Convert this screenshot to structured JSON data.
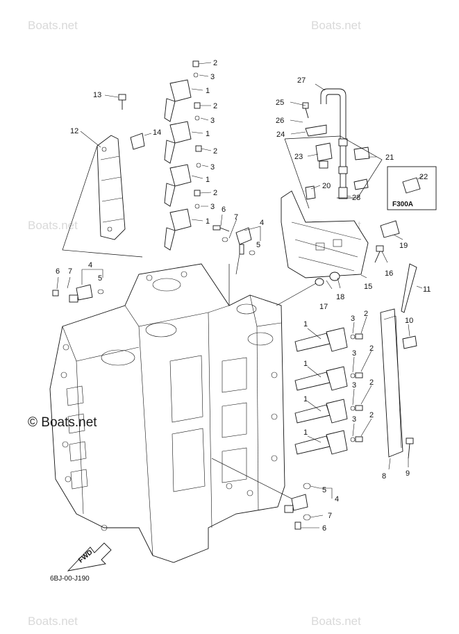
{
  "watermark": "Boats.net",
  "copyright_mark": "© Boats.net",
  "diagram_code": "6BJ-00-J190",
  "fwd_label": "FWD",
  "inset_label": "F300A",
  "callouts": {
    "c13": "13",
    "c12": "12",
    "c14": "14",
    "c2a": "2",
    "c3a": "3",
    "c1a": "1",
    "c2b": "2",
    "c3b": "3",
    "c1b": "1",
    "c2c": "2",
    "c3c": "3",
    "c1c": "1",
    "c2d": "2",
    "c3d": "3",
    "c1d": "1",
    "c6a": "6",
    "c7a": "7",
    "c4a": "4",
    "c5a": "5",
    "c6b": "6",
    "c7b": "7",
    "c4b": "4",
    "c5b": "5",
    "c27": "27",
    "c25": "25",
    "c26": "26",
    "c24": "24",
    "c23": "23",
    "c21": "21",
    "c20": "20",
    "c28": "28",
    "c22": "22",
    "c19": "19",
    "c16": "16",
    "c15": "15",
    "c17": "17",
    "c18": "18",
    "c11": "11",
    "c10": "10",
    "c1e": "1",
    "c3e": "3",
    "c2e": "2",
    "c1f": "1",
    "c3f": "3",
    "c2f": "2",
    "c1g": "1",
    "c3g": "3",
    "c2g": "2",
    "c1h": "1",
    "c3h": "3",
    "c2h": "2",
    "c8": "8",
    "c9": "9",
    "c5c": "5",
    "c4c": "4",
    "c7c": "7",
    "c6c": "6"
  }
}
